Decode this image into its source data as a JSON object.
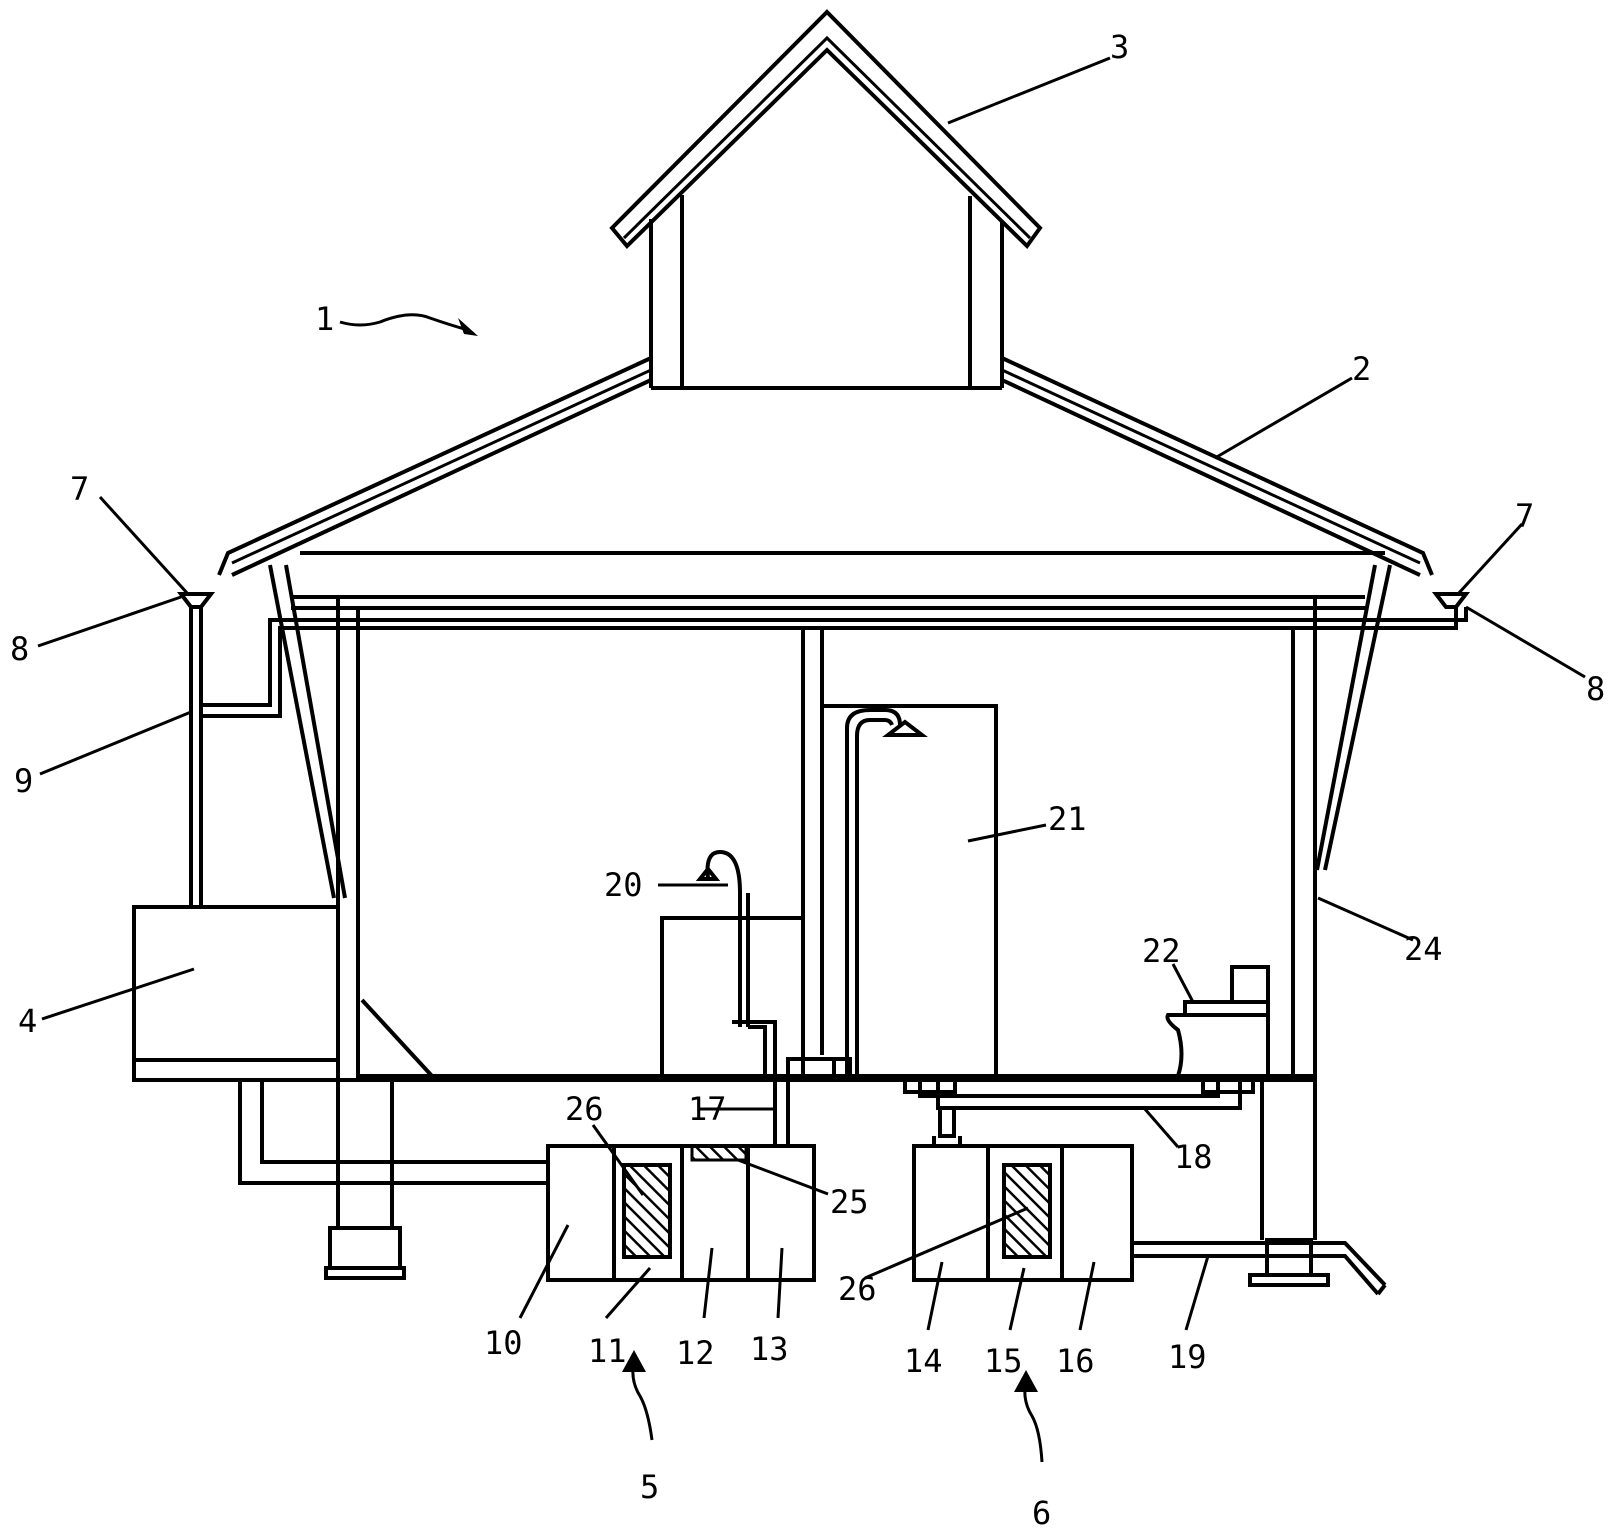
{
  "labels": {
    "l1": "1",
    "l2": "2",
    "l3": "3",
    "l4": "4",
    "l5": "5",
    "l6": "6",
    "l7a": "7",
    "l7b": "7",
    "l8a": "8",
    "l8b": "8",
    "l9": "9",
    "l10": "10",
    "l11": "11",
    "l12": "12",
    "l13": "13",
    "l14": "14",
    "l15": "15",
    "l16": "16",
    "l17": "17",
    "l18": "18",
    "l19": "19",
    "l20": "20",
    "l21": "21",
    "l22": "22",
    "l24": "24",
    "l25": "25",
    "l26a": "26",
    "l26b": "26"
  },
  "colors": {
    "line": "#000000",
    "background": "#ffffff"
  }
}
